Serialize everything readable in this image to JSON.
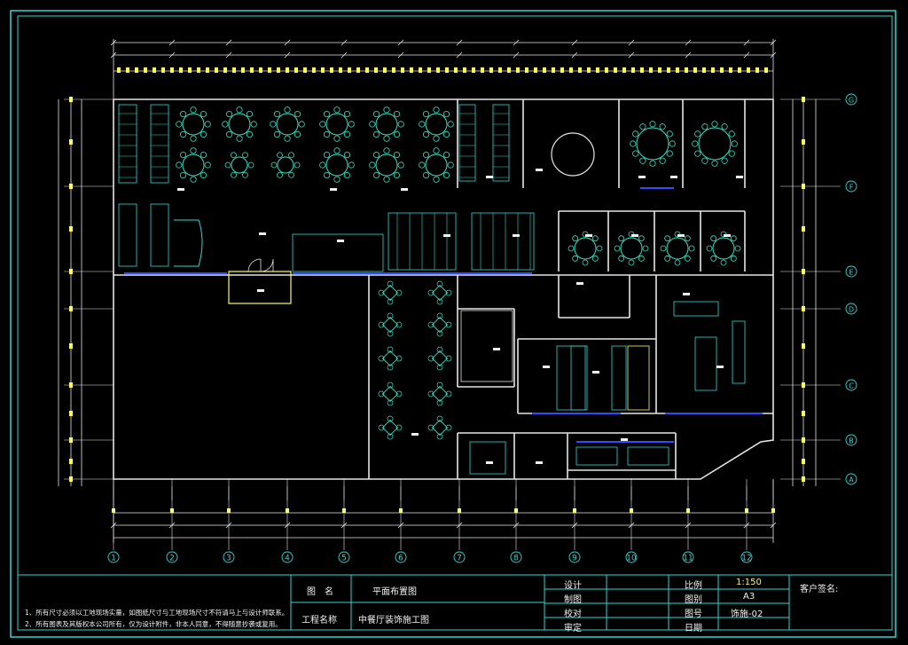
{
  "drawing": {
    "grid_columns": [
      "1",
      "2",
      "3",
      "4",
      "5",
      "6",
      "7",
      "8",
      "9",
      "10",
      "11",
      "12"
    ],
    "grid_rows": [
      "G",
      "F",
      "E",
      "D",
      "C",
      "B",
      "A"
    ],
    "colors": {
      "frame": "#2fd6d6",
      "wall": "#e6e6e6",
      "furniture": "#33e0c4",
      "dimension": "#ffff4d",
      "glass": "#2f4dff",
      "text": "#f0f0f0"
    }
  },
  "title_block": {
    "notes": [
      "1、所有尺寸必须以工地现场实量，如图纸尺寸与工地现场尺寸不符请马上与设计师联系。",
      "2、所有图表及其版权本公司所有，仅为设计附件，非本人同意，不得随意抄袭或复用。"
    ],
    "drawing_name_label": "图　名",
    "drawing_name_value": "平面布置图",
    "project_label": "工程名称",
    "project_value": "中餐厅装饰施工图",
    "design_label": "设计",
    "draft_label": "制图",
    "check_label": "校对",
    "approve_label": "审定",
    "scale_label": "比例",
    "scale_value": "1:150",
    "size_label": "图别",
    "size_value": "A3",
    "number_label": "图号",
    "number_value": "饰施-02",
    "date_label": "日期",
    "date_value": "",
    "client_sign_label": "客户签名:"
  }
}
